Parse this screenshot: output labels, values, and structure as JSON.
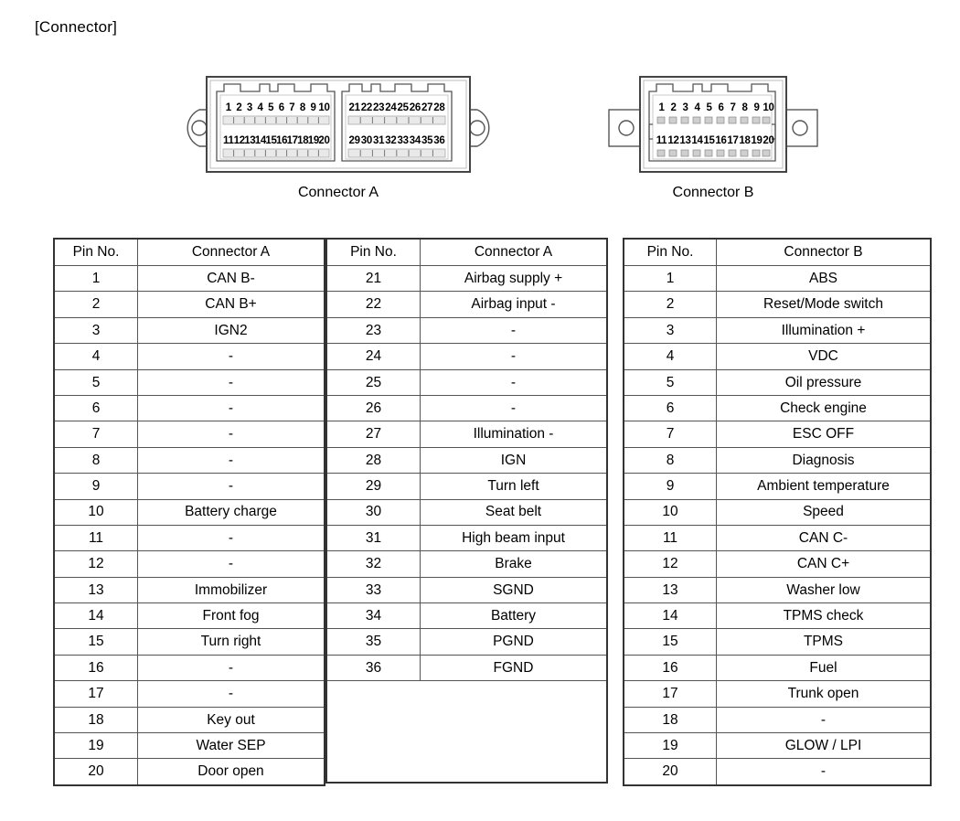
{
  "page": {
    "section_title": "[Connector]"
  },
  "diagrams": [
    {
      "name": "connector-a",
      "caption": "Connector A",
      "blocks": [
        {
          "top_row": [
            "1",
            "2",
            "3",
            "4",
            "5",
            "6",
            "7",
            "8",
            "9",
            "10"
          ],
          "bottom_row": [
            "11",
            "12",
            "13",
            "14",
            "15",
            "16",
            "17",
            "18",
            "19",
            "20"
          ]
        },
        {
          "top_row": [
            "21",
            "22",
            "23",
            "24",
            "25",
            "26",
            "27",
            "28"
          ],
          "bottom_row": [
            "29",
            "30",
            "31",
            "32",
            "33",
            "34",
            "35",
            "36"
          ]
        }
      ]
    },
    {
      "name": "connector-b",
      "caption": "Connector B",
      "blocks": [
        {
          "top_row": [
            "1",
            "2",
            "3",
            "4",
            "5",
            "6",
            "7",
            "8",
            "9",
            "10"
          ],
          "bottom_row": [
            "11",
            "12",
            "13",
            "14",
            "15",
            "16",
            "17",
            "18",
            "19",
            "20"
          ]
        }
      ]
    }
  ],
  "tables": [
    {
      "id": "table-a-1",
      "headers": [
        "Pin No.",
        "Connector A"
      ],
      "rows": [
        [
          "1",
          "CAN B-"
        ],
        [
          "2",
          "CAN B+"
        ],
        [
          "3",
          "IGN2"
        ],
        [
          "4",
          "-"
        ],
        [
          "5",
          "-"
        ],
        [
          "6",
          "-"
        ],
        [
          "7",
          "-"
        ],
        [
          "8",
          "-"
        ],
        [
          "9",
          "-"
        ],
        [
          "10",
          "Battery charge"
        ],
        [
          "11",
          "-"
        ],
        [
          "12",
          "-"
        ],
        [
          "13",
          "Immobilizer"
        ],
        [
          "14",
          "Front fog"
        ],
        [
          "15",
          "Turn right"
        ],
        [
          "16",
          "-"
        ],
        [
          "17",
          "-"
        ],
        [
          "18",
          "Key out"
        ],
        [
          "19",
          "Water SEP"
        ],
        [
          "20",
          "Door open"
        ]
      ]
    },
    {
      "id": "table-a-2",
      "headers": [
        "Pin No.",
        "Connector A"
      ],
      "rows": [
        [
          "21",
          "Airbag supply +"
        ],
        [
          "22",
          "Airbag input -"
        ],
        [
          "23",
          "-"
        ],
        [
          "24",
          "-"
        ],
        [
          "25",
          "-"
        ],
        [
          "26",
          "-"
        ],
        [
          "27",
          "Illumination -"
        ],
        [
          "28",
          "IGN"
        ],
        [
          "29",
          "Turn left"
        ],
        [
          "30",
          "Seat belt"
        ],
        [
          "31",
          "High beam input"
        ],
        [
          "32",
          "Brake"
        ],
        [
          "33",
          "SGND"
        ],
        [
          "34",
          "Battery"
        ],
        [
          "35",
          "PGND"
        ],
        [
          "36",
          "FGND"
        ]
      ],
      "empty_rows_after": 4
    },
    {
      "id": "table-b",
      "headers": [
        "Pin No.",
        "Connector B"
      ],
      "rows": [
        [
          "1",
          "ABS"
        ],
        [
          "2",
          "Reset/Mode switch"
        ],
        [
          "3",
          "Illumination +"
        ],
        [
          "4",
          "VDC"
        ],
        [
          "5",
          "Oil pressure"
        ],
        [
          "6",
          "Check engine"
        ],
        [
          "7",
          "ESC OFF"
        ],
        [
          "8",
          "Diagnosis"
        ],
        [
          "9",
          "Ambient temperature"
        ],
        [
          "10",
          "Speed"
        ],
        [
          "11",
          "CAN C-"
        ],
        [
          "12",
          "CAN C+"
        ],
        [
          "13",
          "Washer low"
        ],
        [
          "14",
          "TPMS check"
        ],
        [
          "15",
          "TPMS"
        ],
        [
          "16",
          "Fuel"
        ],
        [
          "17",
          "Trunk open"
        ],
        [
          "18",
          "-"
        ],
        [
          "19",
          "GLOW / LPI"
        ],
        [
          "20",
          "-"
        ]
      ]
    }
  ],
  "colors": {
    "ink": "#000000",
    "table_border": "#555555",
    "table_frame": "#333333",
    "background": "#ffffff"
  }
}
